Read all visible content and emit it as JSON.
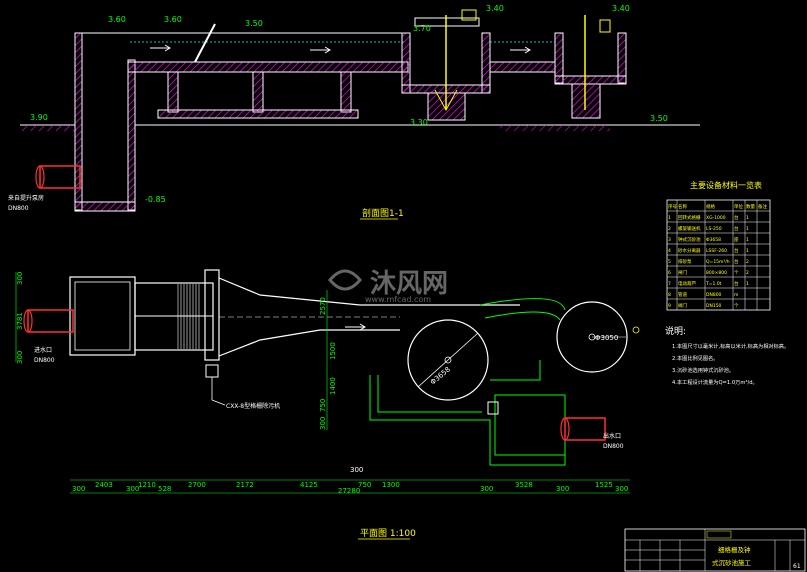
{
  "colors": {
    "background": "#000000",
    "structure": "#ffffff",
    "hatch": "#ff00ff",
    "elevation": "#00ff00",
    "dimension": "#00ff00",
    "title_text": "#ffff00",
    "pipe": "#ff3030",
    "water_line": "#00ffff",
    "note_text": "#ffffff"
  },
  "section": {
    "title": "剖面图1-1",
    "elevations": {
      "e1": "3.60",
      "e2": "3.60",
      "e3": "3.50",
      "e4": "3.70",
      "e5": "3.40",
      "e6": "3.40",
      "e7": "3.90",
      "e8": "3.30",
      "e9": "3.50",
      "e10": "-0.85"
    },
    "inlet_label_1": "来自提升泵房",
    "inlet_label_2": "DN800"
  },
  "plan": {
    "title": "平面图 1:100",
    "left_dims": [
      "300",
      "3781",
      "300"
    ],
    "mid_dims": [
      "2570",
      "1500",
      "1400",
      "750",
      "300"
    ],
    "bottom_dims": [
      "300",
      "2403",
      "300",
      "1210",
      "528",
      "2700",
      "2172",
      "4125",
      "750",
      "1300",
      "300",
      "3528",
      "300",
      "1525",
      "300"
    ],
    "total_dim": "27280",
    "top_dim": "300",
    "inlet_label_1": "进水口",
    "inlet_label_2": "DN800",
    "screen_label": "CXX-8型格栅除污机",
    "outlet_label_1": "出水口",
    "outlet_label_2": "DN800",
    "circle_1": "Φ3658",
    "circle_2": "Φ3050"
  },
  "equipment_table": {
    "title": "主要设备材料一览表",
    "headers": [
      "序号",
      "名称",
      "规格",
      "单位",
      "数量",
      "备注"
    ],
    "rows": [
      [
        "1",
        "回转式格栅",
        "XG-1000",
        "台",
        "1",
        ""
      ],
      [
        "2",
        "螺旋输送机",
        "LS-250",
        "台",
        "1",
        ""
      ],
      [
        "3",
        "钟式沉砂池",
        "Φ3658",
        "座",
        "1",
        ""
      ],
      [
        "4",
        "砂水分离器",
        "LSSF-260",
        "台",
        "1",
        ""
      ],
      [
        "5",
        "排砂泵",
        "Q=15m³/h",
        "台",
        "2",
        ""
      ],
      [
        "6",
        "闸门",
        "800×800",
        "个",
        "2",
        ""
      ],
      [
        "7",
        "电动葫芦",
        "T=1.0t",
        "台",
        "1",
        ""
      ],
      [
        "8",
        "管道",
        "DN800",
        "m",
        "",
        ""
      ],
      [
        "9",
        "阀门",
        "DN150",
        "个",
        "",
        ""
      ]
    ]
  },
  "notes": {
    "title": "说明:",
    "items": [
      "1.本图尺寸以毫米计,标高以米计,标高为相对标高。",
      "2.本图比例见图名。",
      "3.沉砂池选用钟式沉砂池。",
      "4.本工程设计流量为Q=1.0万m³/d。"
    ]
  },
  "title_block": {
    "drawing_name_1": "细格栅及钟",
    "drawing_name_2": "式沉砂池施工",
    "sheet_no": "61"
  },
  "watermark": {
    "brand": "沐风网",
    "url": "www.mfcad.com"
  }
}
